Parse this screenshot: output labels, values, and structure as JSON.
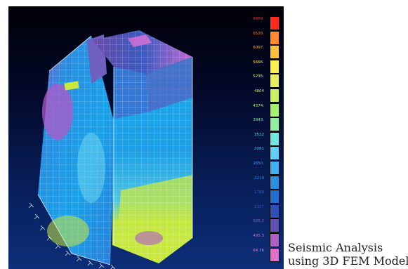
{
  "caption": {
    "line1": "Seismic Analysis",
    "line2": "using 3D FEM Model"
  },
  "legend": {
    "labels": [
      "6959.",
      "6528.",
      "6097.",
      "5666.",
      "5235.",
      "4804",
      "4374.",
      "3943.",
      "3512",
      "3081",
      "2650.",
      "2219",
      "1788",
      "1357",
      "926.2",
      "495.3",
      "64.36"
    ],
    "label_colors": [
      "#ff3a2a",
      "#ff7a30",
      "#ffb040",
      "#ffe060",
      "#e8f060",
      "#c8f060",
      "#a8f070",
      "#88f098",
      "#60e0d8",
      "#40c0f0",
      "#40a0f0",
      "#3080e0",
      "#3060c8",
      "#4050b8",
      "#8060c0",
      "#c070c0",
      "#e080d0"
    ],
    "swatch_colors": [
      "#ff2a20",
      "#ff8a30",
      "#ffc040",
      "#fff050",
      "#e8f060",
      "#c8f060",
      "#a8f070",
      "#90f0a0",
      "#70e8e0",
      "#60d0f8",
      "#40b0f0",
      "#2890e0",
      "#2070d0",
      "#3050b8",
      "#6050b0",
      "#b060c0",
      "#e070c8"
    ]
  },
  "model": {
    "colors": {
      "blue": "#1fa6e8",
      "cyan": "#7ee0f0",
      "lime": "#c8e840",
      "magenta": "#b058c8",
      "purple": "#6a4aa8",
      "mesh": "#ffffff"
    }
  }
}
